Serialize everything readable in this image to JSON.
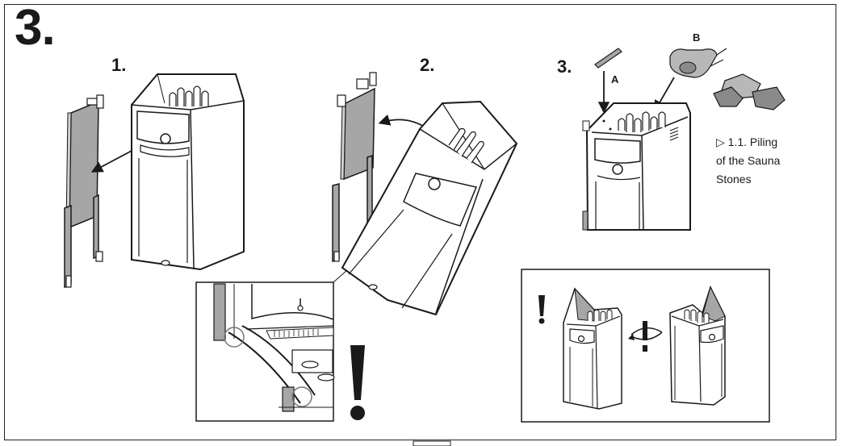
{
  "section_number": "3.",
  "steps": [
    "1.",
    "2.",
    "3."
  ],
  "callouts": {
    "a": "A",
    "b": "B"
  },
  "caption": {
    "lines": [
      "▷ 1.1. Piling",
      "of the Sauna",
      "Stones"
    ]
  },
  "colors": {
    "stroke": "#1a1a1a",
    "grey_panel": "#a6a6a6",
    "stone_light": "#b8b8b8",
    "stone_dark": "#8a8a8a"
  },
  "icons": [
    "exclamation-icon",
    "rotate-arrow-icon",
    "no-rotate-icon"
  ]
}
